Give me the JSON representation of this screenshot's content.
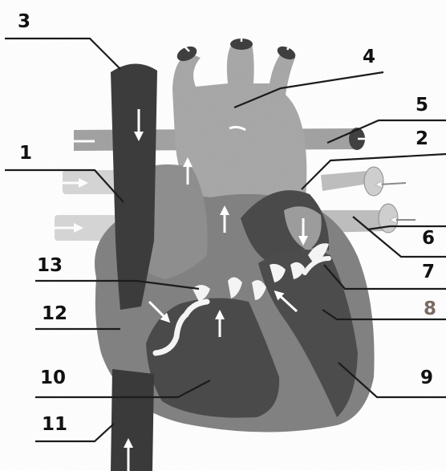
{
  "diagram": {
    "colors": {
      "vessel_dark": "#3d3d3d",
      "heart_mid": "#7e7e7e",
      "heart_light": "#a8a8a8",
      "chamber_dark": "#4a4a4a",
      "valve": "#f4f4f4",
      "line": "#1c1c1c"
    },
    "labels": [
      {
        "id": "label-3",
        "text": "3"
      },
      {
        "id": "label-4",
        "text": "4"
      },
      {
        "id": "label-5",
        "text": "5"
      },
      {
        "id": "label-2",
        "text": "2"
      },
      {
        "id": "label-1",
        "text": "1"
      },
      {
        "id": "label-6",
        "text": "6"
      },
      {
        "id": "label-13",
        "text": "13"
      },
      {
        "id": "label-7",
        "text": "7"
      },
      {
        "id": "label-8",
        "text": "8"
      },
      {
        "id": "label-12",
        "text": "12"
      },
      {
        "id": "label-10",
        "text": "10"
      },
      {
        "id": "label-9",
        "text": "9"
      },
      {
        "id": "label-11",
        "text": "11"
      }
    ]
  }
}
